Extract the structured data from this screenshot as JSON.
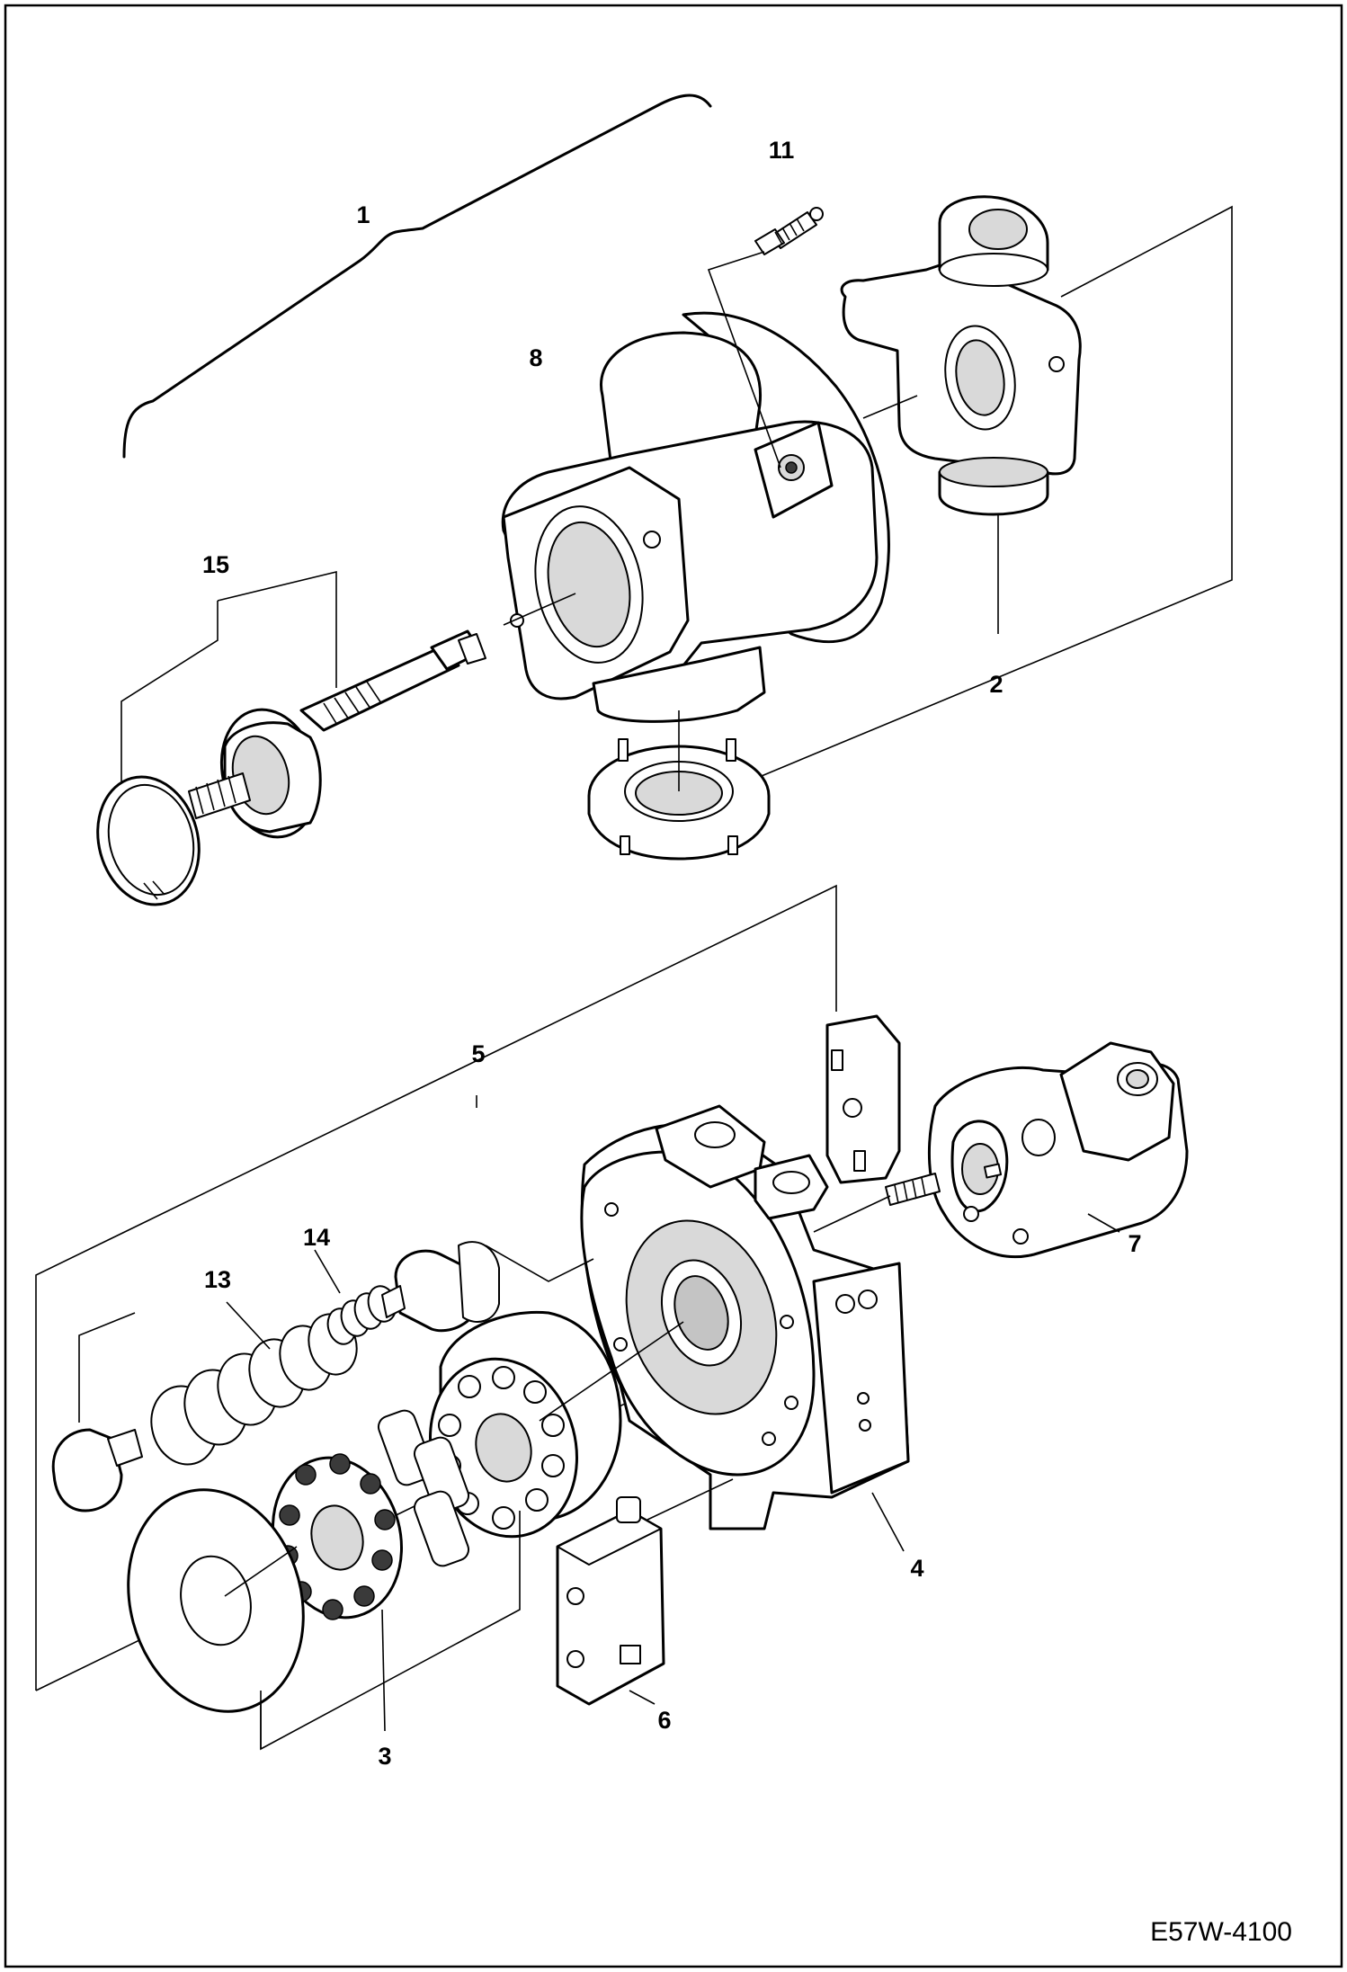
{
  "diagram": {
    "reference_code": "E57W-4100",
    "callouts": {
      "c1": "1",
      "c2": "2",
      "c3": "3",
      "c4": "4",
      "c5": "5",
      "c6": "6",
      "c7": "7",
      "c8": "8",
      "c11": "11",
      "c13": "13",
      "c14": "14",
      "c15": "15"
    }
  }
}
